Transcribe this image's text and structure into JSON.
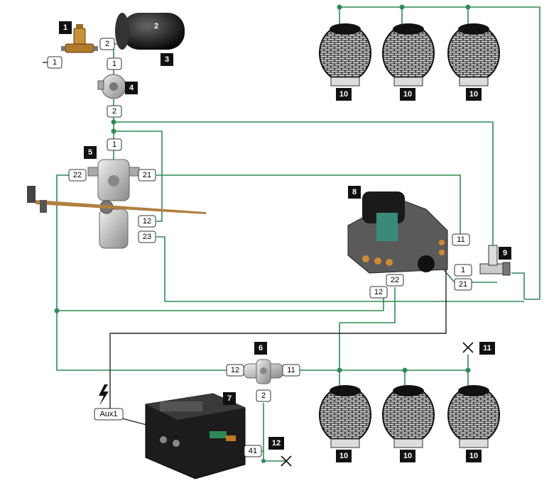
{
  "colors": {
    "pneumatic_line": "#2e8b57",
    "electric_line": "#222222",
    "label_box": "#111111"
  },
  "components": {
    "c1": "1",
    "c2": "2",
    "c3": "3",
    "c4": "4",
    "c5": "5",
    "c6": "6",
    "c7": "7",
    "c8": "8",
    "c9": "9",
    "c10": "10",
    "c11": "11",
    "c12": "12"
  },
  "ports": {
    "p1_in": "1",
    "p1_out": "2",
    "p4_in": "1",
    "p4_out": "2",
    "p5_in": "1",
    "p5_22": "22",
    "p5_21": "21",
    "p5_12": "12",
    "p5_23": "23",
    "p8_11": "11",
    "p8_1": "1",
    "p8_21": "21",
    "p8_12": "12",
    "p8_22": "22",
    "p6_12": "12",
    "p6_11": "11",
    "p6_2": "2",
    "p7_aux": "Aux1",
    "p7_41": "41"
  }
}
